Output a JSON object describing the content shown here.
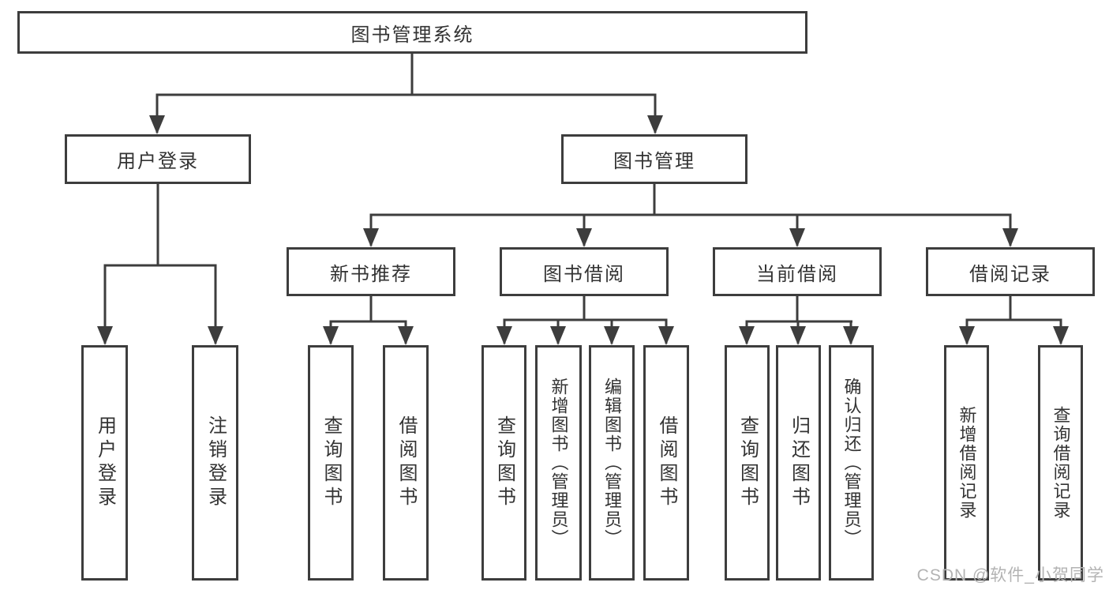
{
  "diagram": {
    "root": {
      "label": "图书管理系统"
    },
    "level2": [
      {
        "label": "用户登录"
      },
      {
        "label": "图书管理"
      }
    ],
    "level3": [
      {
        "label": "新书推荐"
      },
      {
        "label": "图书借阅"
      },
      {
        "label": "当前借阅"
      },
      {
        "label": "借阅记录"
      }
    ],
    "leaves": {
      "user_login": [
        "用户登录",
        "注销登录"
      ],
      "new_books": [
        "查询图书",
        "借阅图书"
      ],
      "book_borrow": [
        "查询图书",
        "新增图书（管理员）",
        "编辑图书（管理员）",
        "借阅图书"
      ],
      "current_borrow": [
        "查询图书",
        "归还图书",
        "确认归还（管理员）"
      ],
      "borrow_records": [
        "新增借阅记录",
        "查询借阅记录"
      ]
    },
    "colors": {
      "line": "#3d3d3d",
      "text": "#333333",
      "background": "#ffffff",
      "watermark": "#b3b3b3"
    },
    "watermark": "CSDN @软件_小贺同学"
  }
}
